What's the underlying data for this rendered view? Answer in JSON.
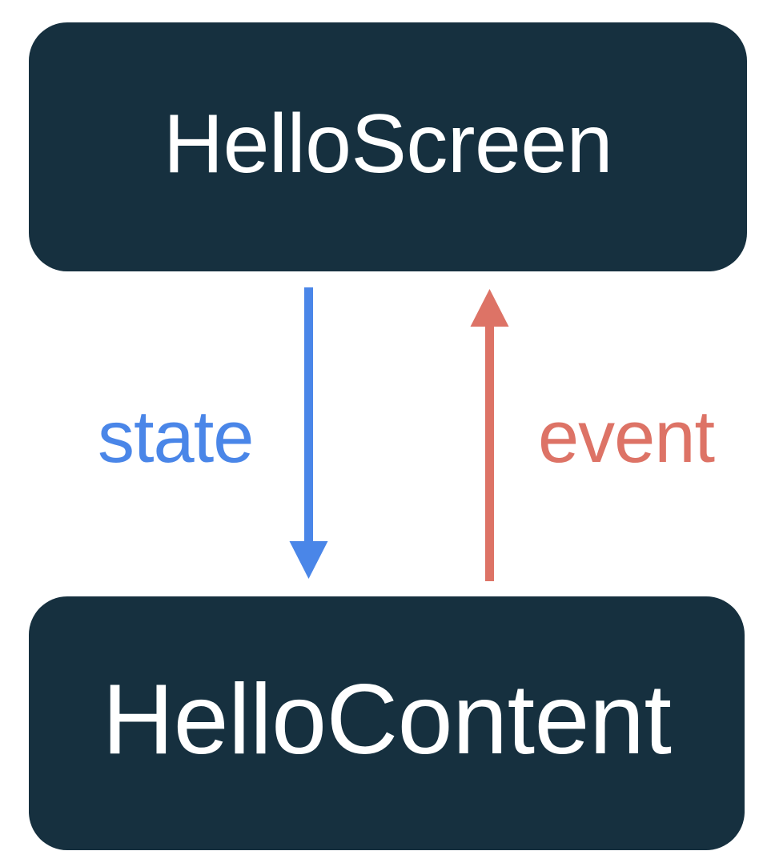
{
  "diagram": {
    "title": "HelloScreen / HelloContent state-event flow",
    "background_color": "#ffffff",
    "nodes": [
      {
        "id": "hello-screen",
        "label": "HelloScreen",
        "fill_color": "#16303F",
        "text_color": "#FFFFFF",
        "shape": "rounded-rectangle"
      },
      {
        "id": "hello-content",
        "label": "HelloContent",
        "fill_color": "#16303F",
        "text_color": "#FFFFFF",
        "shape": "rounded-rectangle"
      }
    ],
    "edges": [
      {
        "id": "state-edge",
        "label": "state",
        "color": "#4A86E8",
        "from": "HelloScreen",
        "to": "HelloContent",
        "direction": "down",
        "arrowhead": "filled-triangle"
      },
      {
        "id": "event-edge",
        "label": "event",
        "color": "#DD7366",
        "from": "HelloContent",
        "to": "HelloScreen",
        "direction": "up",
        "arrowhead": "filled-triangle"
      }
    ]
  }
}
